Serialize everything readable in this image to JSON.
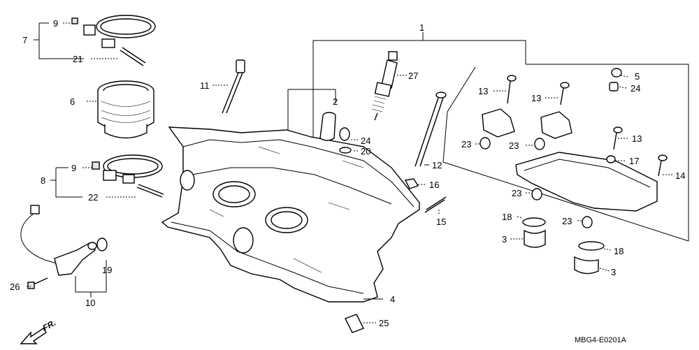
{
  "diagram_code": "MBG4-E0201A",
  "direction_label": "FR.",
  "callouts": {
    "c1": "1",
    "c2": "2",
    "c3a": "3",
    "c3b": "3",
    "c4": "4",
    "c5": "5",
    "c6": "6",
    "c7": "7",
    "c8": "8",
    "c9a": "9",
    "c9b": "9",
    "c10": "10",
    "c11": "11",
    "c12": "12",
    "c13a": "13",
    "c13b": "13",
    "c13c": "13",
    "c14": "14",
    "c15": "15",
    "c16": "16",
    "c17": "17",
    "c18a": "18",
    "c18b": "18",
    "c19": "19",
    "c20": "20",
    "c21": "21",
    "c22": "22",
    "c23a": "23",
    "c23b": "23",
    "c23c": "23",
    "c23d": "23",
    "c24a": "24",
    "c24b": "24",
    "c25": "25",
    "c26": "26",
    "c27": "27"
  }
}
